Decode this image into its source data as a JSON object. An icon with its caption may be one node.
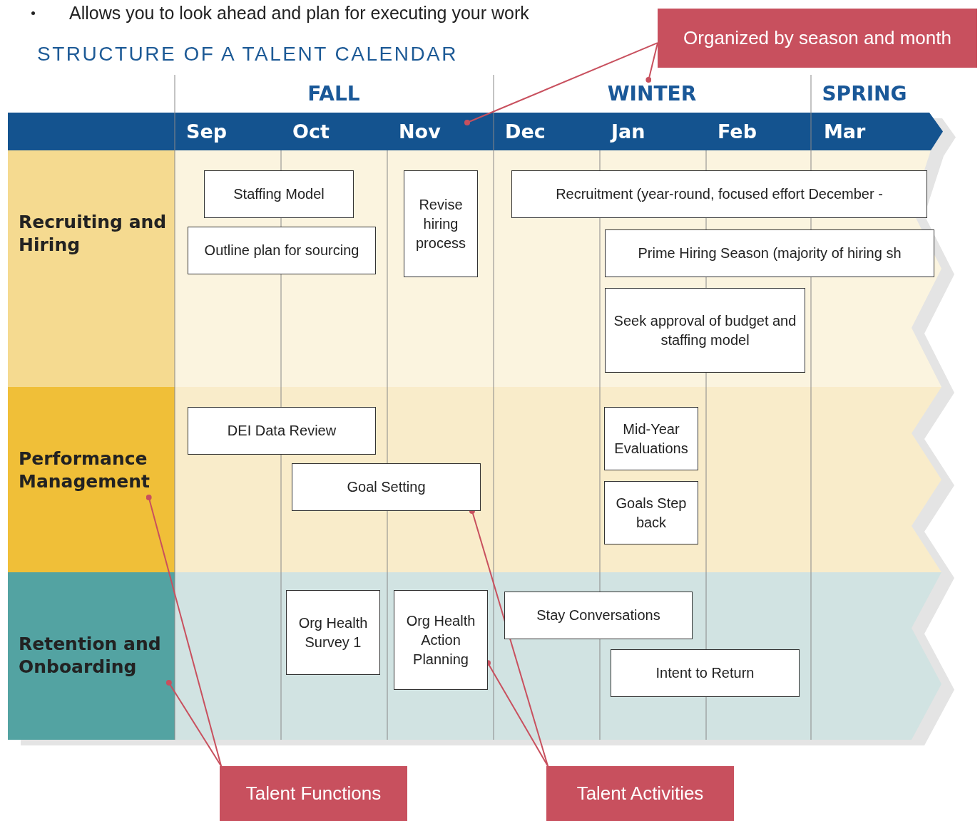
{
  "diagram": {
    "title": "STRUCTURE OF A TALENT CALENDAR",
    "nodes": [
      {
        "text": [
          "Organized by season and month"
        ]
      },
      {
        "text": [
          "FALL"
        ]
      },
      {
        "text": [
          "WINTER"
        ]
      },
      {
        "text": [
          "SPRING"
        ]
      },
      {
        "text": [
          "Sep"
        ]
      },
      {
        "text": [
          "Oct"
        ]
      },
      {
        "text": [
          "Nov"
        ]
      },
      {
        "text": [
          "Dec"
        ]
      },
      {
        "text": [
          "Jan"
        ]
      },
      {
        "text": [
          "Feb"
        ]
      },
      {
        "text": [
          "Mar"
        ]
      },
      {
        "text": [
          "Recruiting and Hiring"
        ]
      },
      {
        "text": [
          "Performance Management"
        ]
      },
      {
        "text": [
          "Retention and Onboarding"
        ]
      },
      {
        "text": [
          "Staffing Model"
        ]
      },
      {
        "text": [
          "Outline plan for sourcing"
        ]
      },
      {
        "text": [
          "Revise hiring process"
        ]
      },
      {
        "text": [
          "Recruitment (year-round, focused effort December -"
        ]
      },
      {
        "text": [
          "Prime Hiring Season (majority of hiring sh"
        ]
      },
      {
        "text": [
          "Seek approval of budget and staffing model"
        ]
      },
      {
        "text": [
          "DEI Data Review"
        ]
      },
      {
        "text": [
          "Goal Setting"
        ]
      },
      {
        "text": [
          "Mid-Year Evaluations"
        ]
      },
      {
        "text": [
          "Goals Step back"
        ]
      },
      {
        "text": [
          "Org Health Survey 1"
        ]
      },
      {
        "text": [
          "Org Health Action Planning"
        ]
      },
      {
        "text": [
          "Stay Conversations"
        ]
      },
      {
        "text": [
          "Intent to Return"
        ]
      },
      {
        "text": [
          "Talent Functions"
        ]
      },
      {
        "text": [
          "Talent Activities"
        ]
      }
    ],
    "edges": [
      {
        "from": 0,
        "to": 6,
        "arrow": "other"
      },
      {
        "from": 0,
        "to": 2,
        "arrow": "other"
      },
      {
        "from": 28,
        "to": 12,
        "arrow": "other"
      },
      {
        "from": 28,
        "to": 13,
        "arrow": "other"
      },
      {
        "from": 29,
        "to": 21,
        "arrow": "other"
      },
      {
        "from": 29,
        "to": 25,
        "arrow": "other"
      }
    ],
    "labels": [
      "Allows you to look ahead and plan for executing your work"
    ]
  }
}
